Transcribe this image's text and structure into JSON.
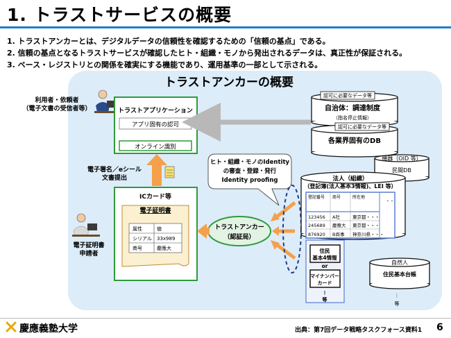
{
  "slide": {
    "title": "1. トラストサービスの概要",
    "bullets": [
      "1.  トラストアンカーとは、デジタルデータの信頼性を確認するための「信頼の基点」である。",
      "2.  信頼の基点となるトラストサービスが確認したヒト・組織・モノから発出されるデータは、真正性が保証される。",
      "3.  ベース・レジストリとの関係を確実にする機能であり、運用基準の一部として示される。"
    ],
    "page_number": "6",
    "source": "出典：第7回データ戦略タスクフォース資料1",
    "university": "慶應義塾大学"
  },
  "diagram": {
    "heading": "トラストアンカーの概要",
    "user_label": [
      "利用者・依頼者",
      "（電子文書の受信者等）"
    ],
    "app": {
      "title": "トラストアプリケーション",
      "auth": "アプリ固有の認可",
      "online": "オンライン識別"
    },
    "esign": [
      "電子署名／eシール",
      "文書提出"
    ],
    "ic": {
      "title": "ICカード等",
      "cert": "電子証明書",
      "rows": [
        [
          "属性",
          "値"
        ],
        [
          "シリアル",
          "33x989"
        ],
        [
          "商号",
          "慶應大"
        ]
      ]
    },
    "applicant": [
      "電子証明書",
      "申請者"
    ],
    "identity": [
      "ヒト・組織・モノのIdentity",
      "の審査・登録・発行",
      "Identity proofing"
    ],
    "anchor": [
      "トラストアンカー",
      "（認証局）"
    ],
    "db1": {
      "tag": "認可に必要なデータ等",
      "main": "自治体：調達制度",
      "sub": "（指名停止情報）"
    },
    "db2": {
      "tag": "認可に必要なデータ等",
      "main": "各業界固有のDB"
    },
    "oid": {
      "tag": "機器（OID 等）",
      "main": "民間DB"
    },
    "corp": {
      "title": [
        "法人（組織）",
        "（登記簿(法人基本3情報)、LEI 等）"
      ],
      "headers": [
        "登記番号",
        "商号",
        "所在地"
      ],
      "rows": [
        [
          "123456",
          "A社",
          "東京都・・・"
        ],
        [
          "245689",
          "慶應大",
          "東京都・・・"
        ],
        [
          "876920",
          "B商事",
          "神奈川県・・・"
        ]
      ],
      "dots": "・・"
    },
    "resident": {
      "box1": [
        "住民",
        "基本4情報"
      ],
      "or": "or",
      "box2": [
        "マイナンバー",
        "カード"
      ],
      "etc": "等"
    },
    "natural": {
      "tag": "自然人",
      "main": "住民基本台帳",
      "etc": "等"
    }
  },
  "colors": {
    "title_rule": "#1f7ec9",
    "panel": "#dcecf9",
    "green": "#2e9a3a",
    "orange": "#f5a04a",
    "db_border": "#111111",
    "table_blue": "#5b7fd1"
  }
}
